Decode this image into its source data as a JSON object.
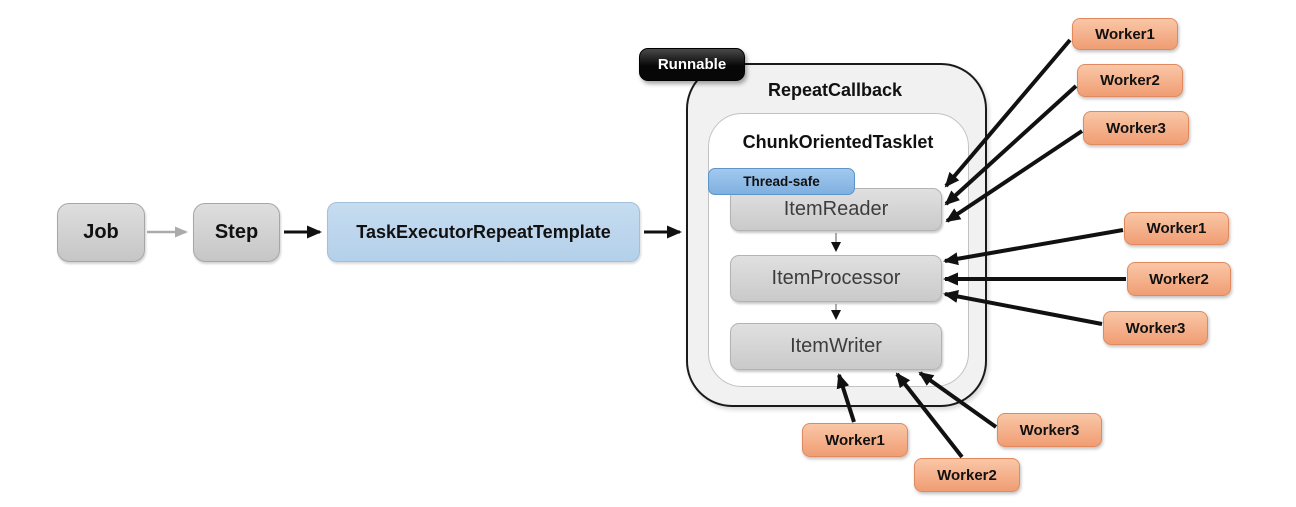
{
  "diagram": {
    "nodes": {
      "job": "Job",
      "step": "Step",
      "task_executor_repeat_template": "TaskExecutorRepeatTemplate",
      "runnable_badge": "Runnable",
      "repeat_callback": "RepeatCallback",
      "chunk_oriented_tasklet": "ChunkOrientedTasklet",
      "thread_safe_badge": "Thread-safe",
      "item_reader": "ItemReader",
      "item_processor": "ItemProcessor",
      "item_writer": "ItemWriter"
    },
    "workers": {
      "reader": [
        "Worker1",
        "Worker2",
        "Worker3"
      ],
      "processor": [
        "Worker1",
        "Worker2",
        "Worker3"
      ],
      "writer": [
        "Worker1",
        "Worker2",
        "Worker3"
      ]
    },
    "colors": {
      "gray_node_fill": "#d2d2d2",
      "blue_node_fill": "#bdd7ee",
      "thread_safe_badge_fill": "#8fbce6",
      "runnable_badge_fill": "#111111",
      "worker_node_fill": "#f4a87e",
      "outer_container_fill": "#f1f1f1",
      "inner_container_fill": "#ffffff",
      "item_box_fill": "#d5d5d5",
      "arrow_black": "#111111",
      "arrow_gray": "#ababab"
    }
  }
}
